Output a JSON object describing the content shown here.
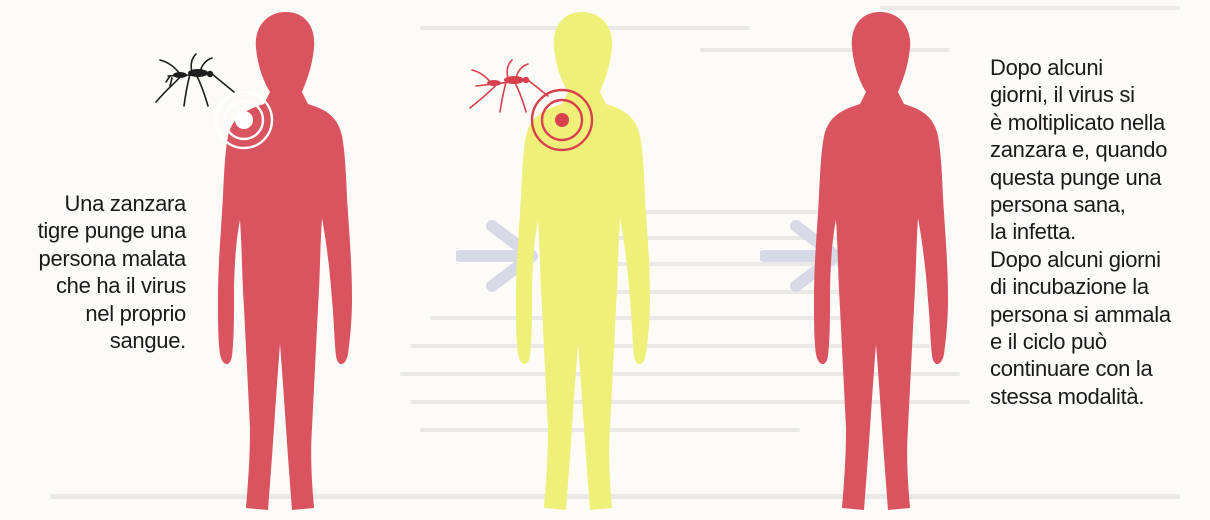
{
  "caption_left": {
    "lines": [
      "Una zanzara",
      "tigre punge una",
      "persona malata",
      "che ha il virus",
      "nel proprio",
      "sangue."
    ]
  },
  "caption_right": {
    "lines": [
      "Dopo alcuni",
      "giorni, il virus si",
      "è moltiplicato nella",
      "zanzara e, quando",
      "questa punge una",
      "persona sana,",
      "la infetta.",
      "Dopo alcuni giorni",
      "di incubazione la",
      "persona si ammala",
      "e il ciclo può",
      "continuare con la",
      "stessa modalità."
    ]
  },
  "figures": [
    {
      "state": "infected-source",
      "color": "#d9545f"
    },
    {
      "state": "mosquito-carrier-stage",
      "color": "#eef07a"
    },
    {
      "state": "newly-infected",
      "color": "#d9545f"
    }
  ],
  "icons": {
    "mosquito": "mosquito-icon",
    "bite_target": "bite-target-icon",
    "arrow": "right-arrow-icon"
  },
  "colors": {
    "sick_body": "#d9545f",
    "neutral_body": "#eef07a",
    "bite_ring": "#d9404e",
    "mosquito_dark": "#1e1e1e",
    "mosquito_red": "#d9404e",
    "arrow": "#d8d9e6",
    "text": "#1a1a1a"
  }
}
